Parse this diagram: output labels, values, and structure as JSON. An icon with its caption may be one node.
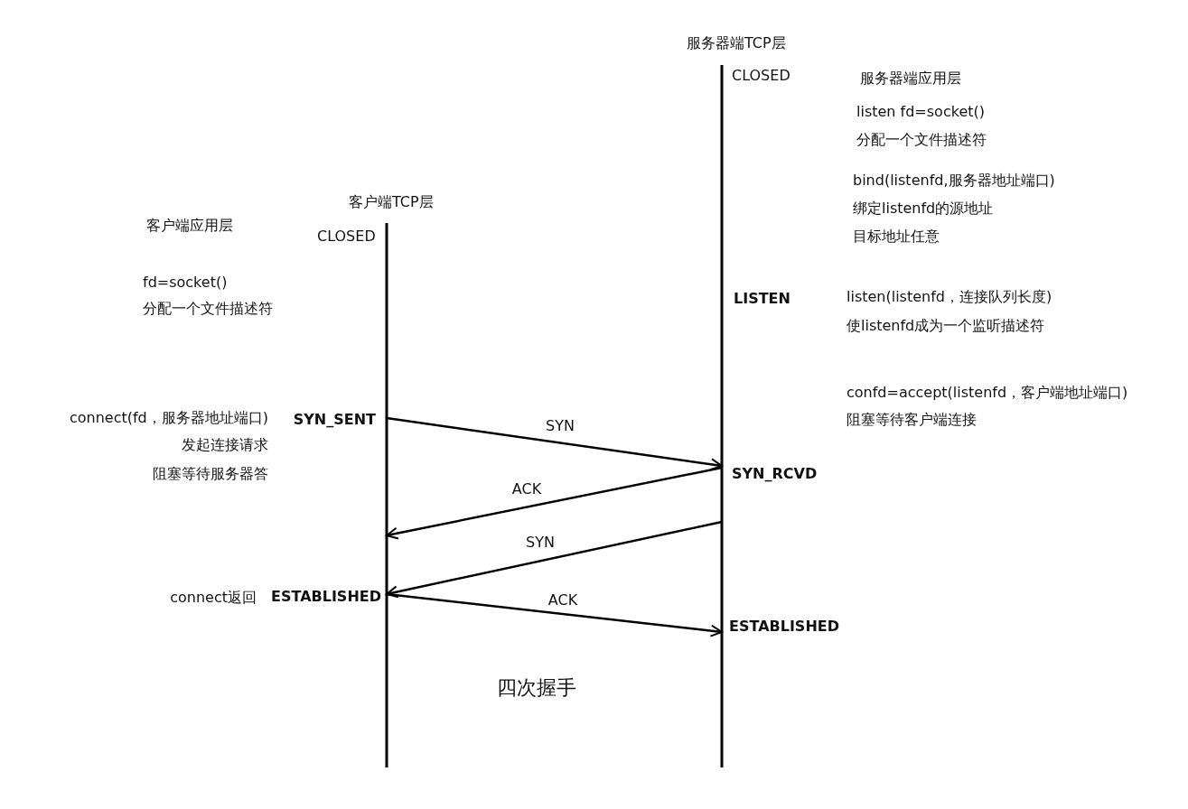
{
  "diagram": {
    "caption": "四次握手",
    "nodes": [
      {
        "text": [
          "SYN_SENT"
        ]
      },
      {
        "text": [
          "SYN_RCVD"
        ]
      },
      {
        "text": [
          "ESTABLISHED"
        ]
      },
      {
        "text": [
          "ESTABLISHED"
        ]
      }
    ],
    "edges": [
      {
        "from": 0,
        "to": 1,
        "arrow": "to",
        "label": "SYN"
      },
      {
        "from": 1,
        "to": null,
        "arrow": "to",
        "label": "ACK"
      },
      {
        "from": null,
        "to": 2,
        "arrow": "to",
        "label": "SYN"
      },
      {
        "from": 2,
        "to": 3,
        "arrow": "to",
        "label": "ACK"
      }
    ],
    "labels": [
      "服务器端TCP层",
      "CLOSED",
      "服务器端应用层",
      "listen fd=socket()",
      "分配一个文件描述符",
      "bind(listenfd,服务器地址端口)",
      "绑定listenfd的源地址",
      "目标地址任意",
      "客户端TCP层",
      "客户端应用层",
      "CLOSED",
      "fd=socket()",
      "分配一个文件描述符",
      "listen(listenfd，连接队列长度)",
      "LISTEN",
      "使listenfd成为一个监听描述符",
      "confd=accept(listenfd，客户端地址端口)",
      "阻塞等待客户端连接",
      "connect(fd，服务器地址端口)",
      "发起连接请求",
      "阻塞等待服务器答",
      "connect返回"
    ]
  }
}
